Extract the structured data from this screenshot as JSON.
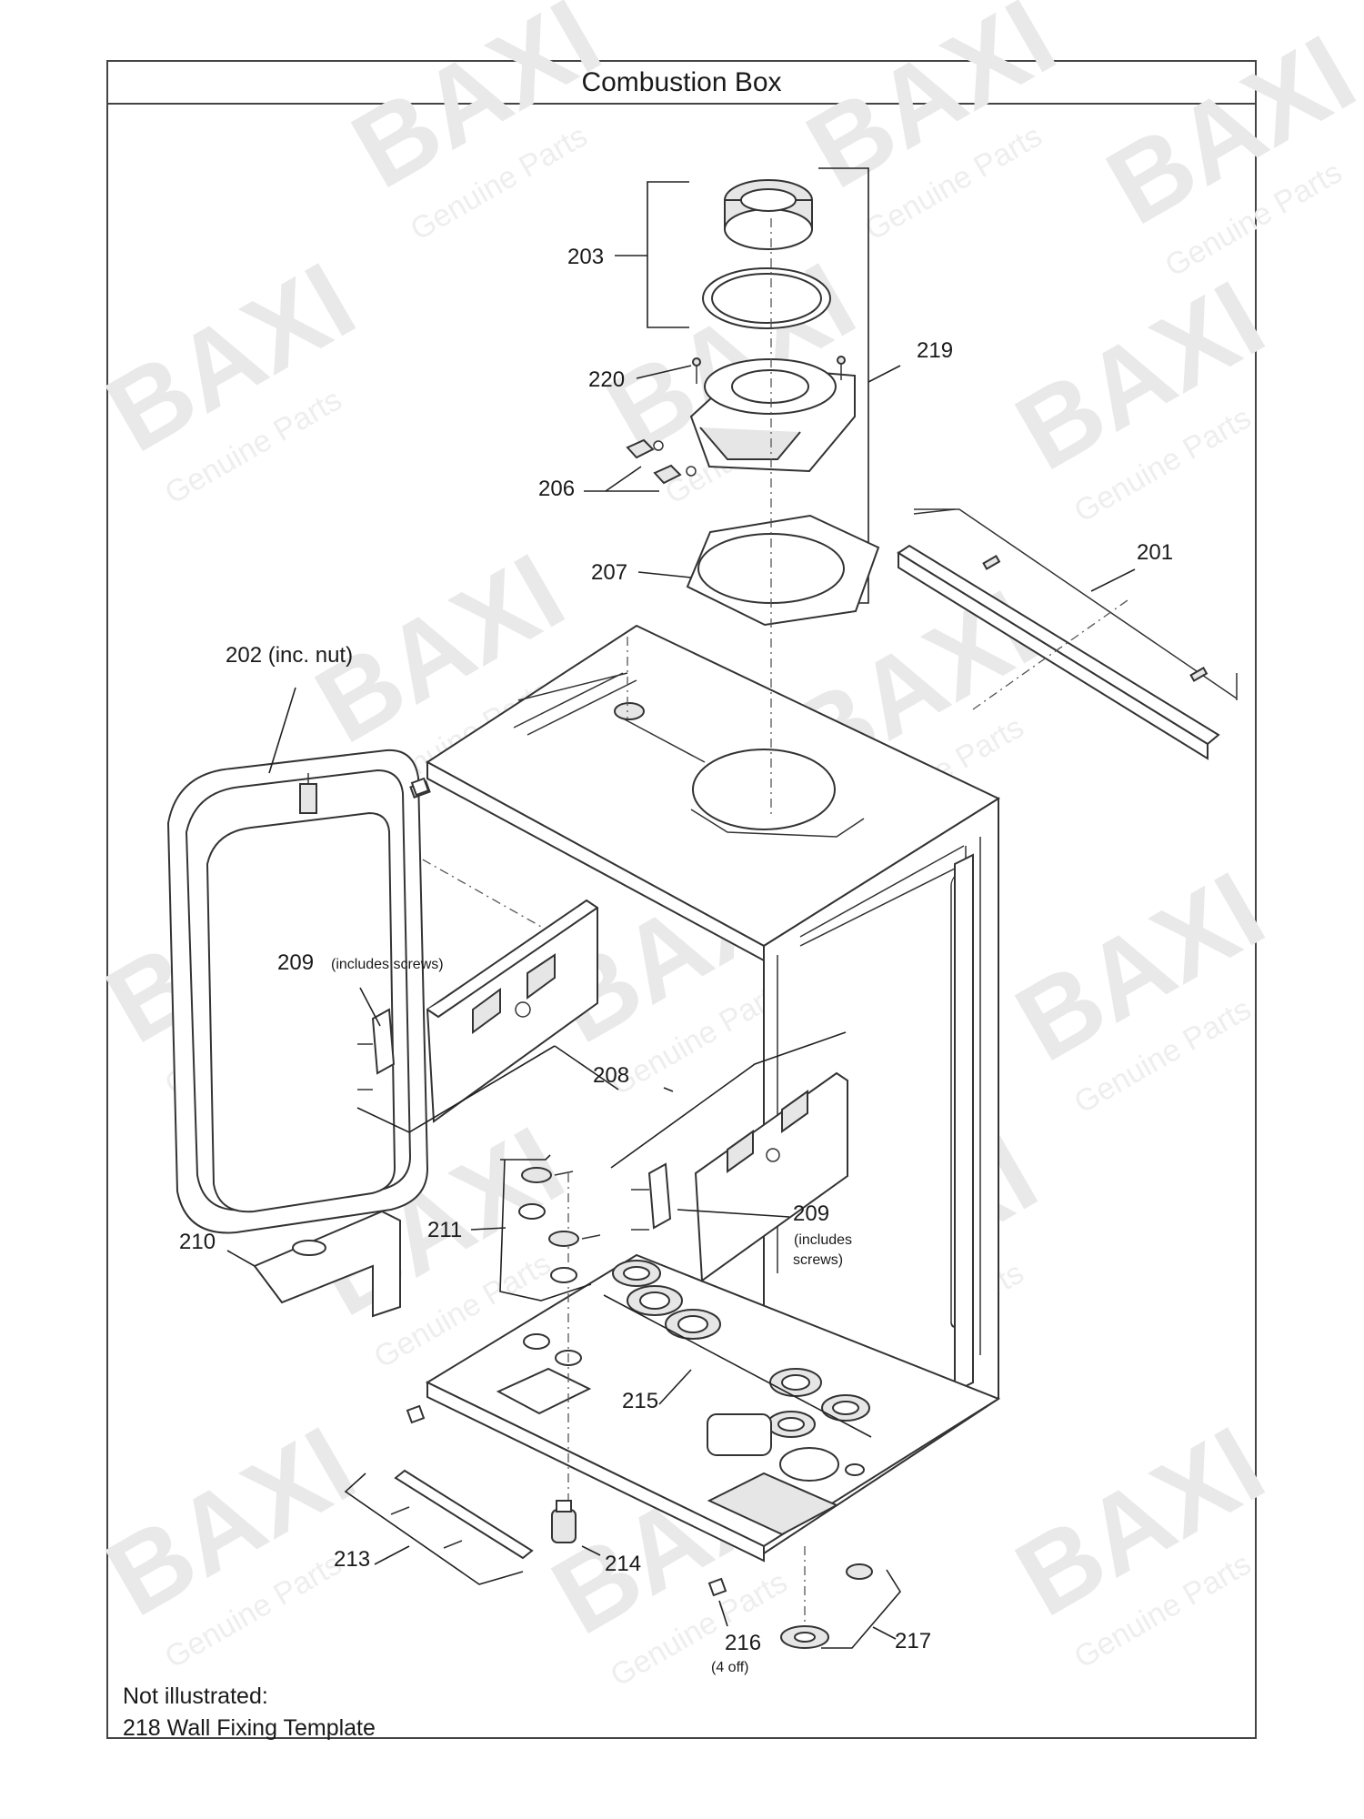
{
  "title": "Combustion Box",
  "watermark": {
    "brand": "BAXI",
    "tagline": "Genuine Parts"
  },
  "callouts": [
    {
      "id": "c201",
      "text": "201"
    },
    {
      "id": "c202",
      "text": "202 (inc. nut)"
    },
    {
      "id": "c203",
      "text": "203"
    },
    {
      "id": "c206",
      "text": "206"
    },
    {
      "id": "c207",
      "text": "207"
    },
    {
      "id": "c208",
      "text": "208"
    },
    {
      "id": "c209a",
      "text": "209",
      "note": "(includes screws)"
    },
    {
      "id": "c209b",
      "text": "209",
      "note1": "(includes",
      "note2": "screws)"
    },
    {
      "id": "c210",
      "text": "210"
    },
    {
      "id": "c211",
      "text": "211"
    },
    {
      "id": "c213",
      "text": "213"
    },
    {
      "id": "c214",
      "text": "214"
    },
    {
      "id": "c215",
      "text": "215"
    },
    {
      "id": "c216",
      "text": "216",
      "note": "(4 off)"
    },
    {
      "id": "c217",
      "text": "217"
    },
    {
      "id": "c219",
      "text": "219"
    },
    {
      "id": "c220",
      "text": "220"
    }
  ],
  "notes": {
    "heading": "Not illustrated:",
    "item": "218 Wall Fixing Template"
  },
  "colors": {
    "line": "#333333",
    "frame": "#444444",
    "watermark": "#e9e9e9"
  }
}
